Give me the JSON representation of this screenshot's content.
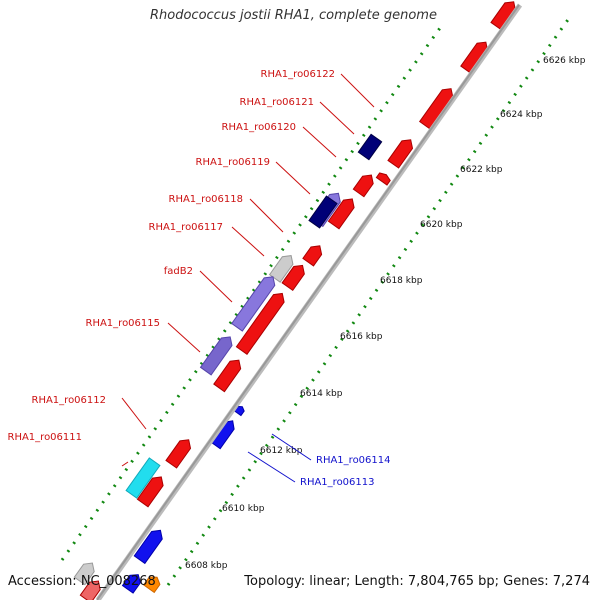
{
  "title": "Rhodococcus jostii RHA1, complete genome",
  "footer": {
    "accession": "Accession: NC_008268",
    "summary": "Topology: linear; Length: 7,804,765 bp; Genes: 7,274"
  },
  "colors": {
    "backbone": "#999999",
    "ruler_dots": "#118811",
    "forward_gene": "#ee1111",
    "reverse_gene": "#1111ee",
    "label_upper": "#cc1111",
    "label_lower": "#1111cc",
    "tick_label": "#111111"
  },
  "ruler_ticks": [
    "6608 kbp",
    "6610 kbp",
    "6612 kbp",
    "6614 kbp",
    "6616 kbp",
    "6618 kbp",
    "6620 kbp",
    "6622 kbp",
    "6624 kbp",
    "6626 kbp"
  ],
  "gene_labels_upper": [
    "RHA1_ro06111",
    "RHA1_ro06112",
    "RHA1_ro06115",
    "fadB2",
    "RHA1_ro06117",
    "RHA1_ro06118",
    "RHA1_ro06119",
    "RHA1_ro06120",
    "RHA1_ro06121",
    "RHA1_ro06122"
  ],
  "gene_labels_lower": [
    "RHA1_ro06113",
    "RHA1_ro06114"
  ]
}
